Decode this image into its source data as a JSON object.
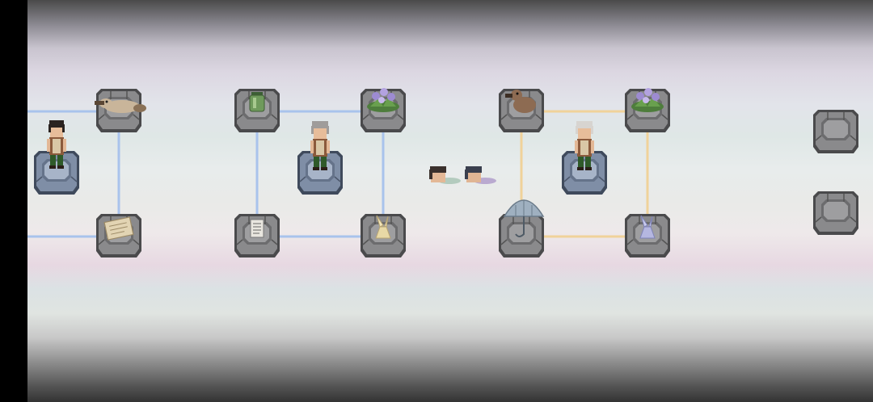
{
  "colors": {
    "link_blue": "#a9c3ec",
    "link_gold": "#f0d29a",
    "stone_gray": "#7d7d7f",
    "stone_dark": "#4a4a4c",
    "stone_light": "#b3b3b5",
    "stone_blue": "#7f8ea6",
    "stone_blue_light": "#a7b4c8"
  },
  "board": {
    "groups": [
      {
        "name": "group-left",
        "link_color": "link_blue",
        "character": "dark-haired-man",
        "items": [
          "platypus-icon",
          "paper-note-icon"
        ]
      },
      {
        "name": "group-middle",
        "link_color": "link_blue",
        "character": "gray-haired-man",
        "items": [
          "green-jar-icon",
          "flowers-icon",
          "document-icon",
          "origami-rabbit-icon"
        ]
      },
      {
        "name": "group-right",
        "link_color": "link_gold",
        "character": "white-haired-man",
        "items": [
          "duck-icon",
          "flowers-icon",
          "umbrella-icon",
          "origami-rabbit-icon"
        ]
      }
    ],
    "floating_heads": [
      "dark-haired-head-icon",
      "blue-haired-head-icon"
    ],
    "empty_pedestals": 2
  }
}
